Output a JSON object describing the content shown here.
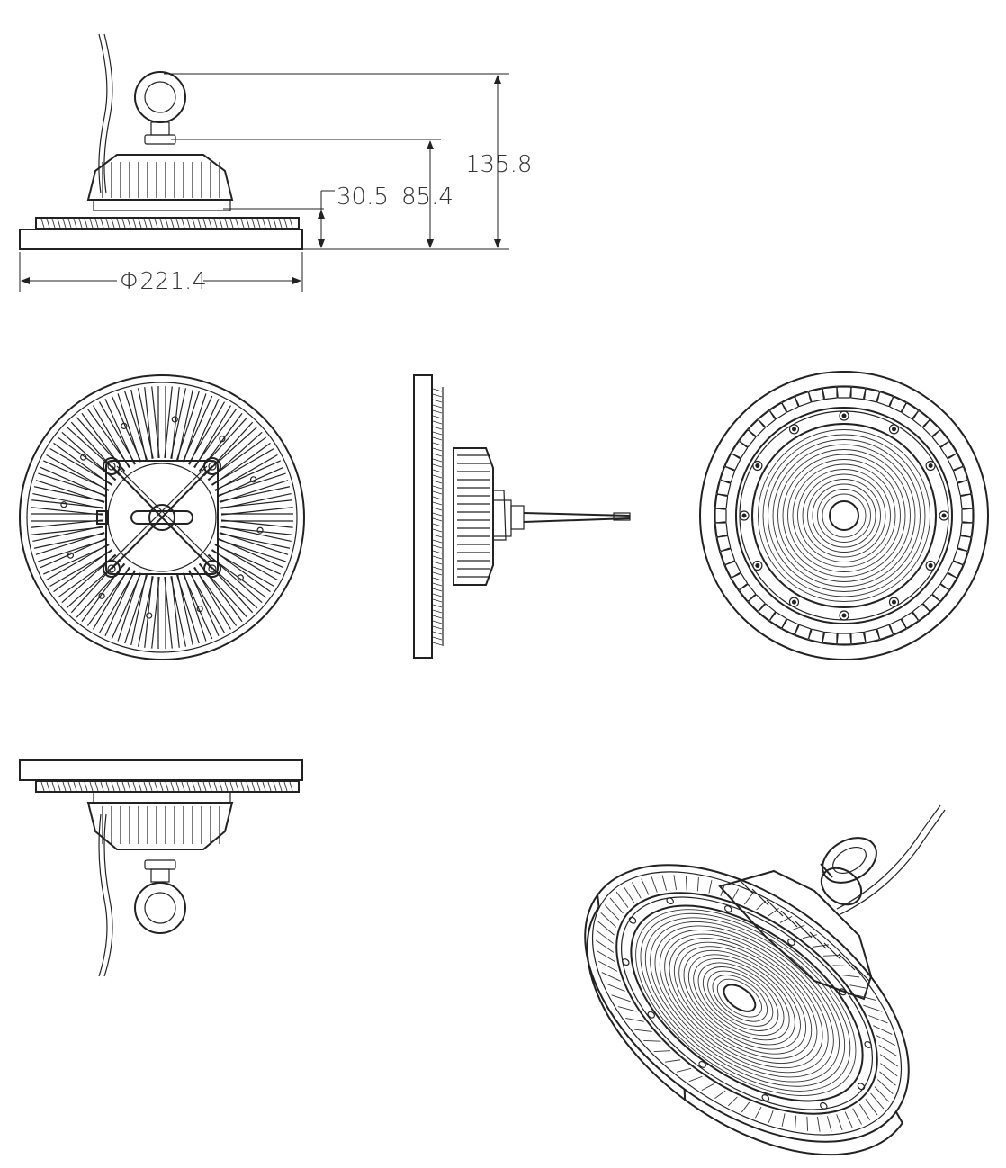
{
  "drawing": {
    "title": "",
    "dimensions": {
      "overall_height": "135.8",
      "body_height": "85.4",
      "base_height": "30.5",
      "diameter": "Φ221.4"
    },
    "views": [
      "side-view-up",
      "top-view",
      "side-view-profile",
      "bottom-view",
      "side-view-down",
      "isometric-view"
    ]
  }
}
